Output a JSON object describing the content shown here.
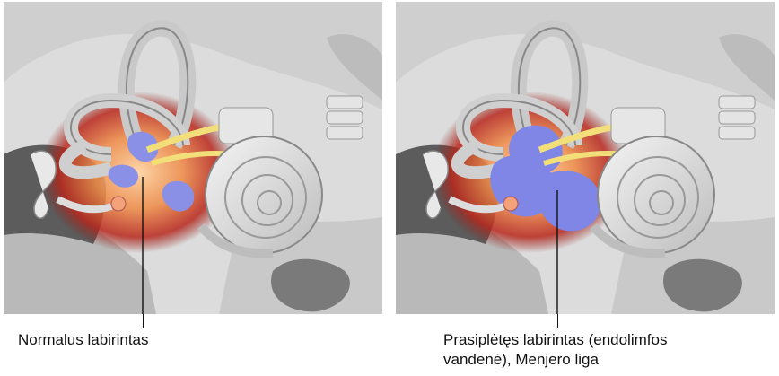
{
  "figure": {
    "left_panel": {
      "caption": "Normalus labirintas"
    },
    "right_panel": {
      "caption_line1": "Prasiplėtęs labirintas (endolimfos",
      "caption_line2": "vandenė), Menjero liga"
    }
  },
  "colors": {
    "bone": "#d9d9d9",
    "bone_shadow": "#9a9a9a",
    "endolymph": "#7f86e6",
    "nerve": "#f2df7a",
    "inflammation": "#c8321b",
    "glow": "#ffb870"
  }
}
